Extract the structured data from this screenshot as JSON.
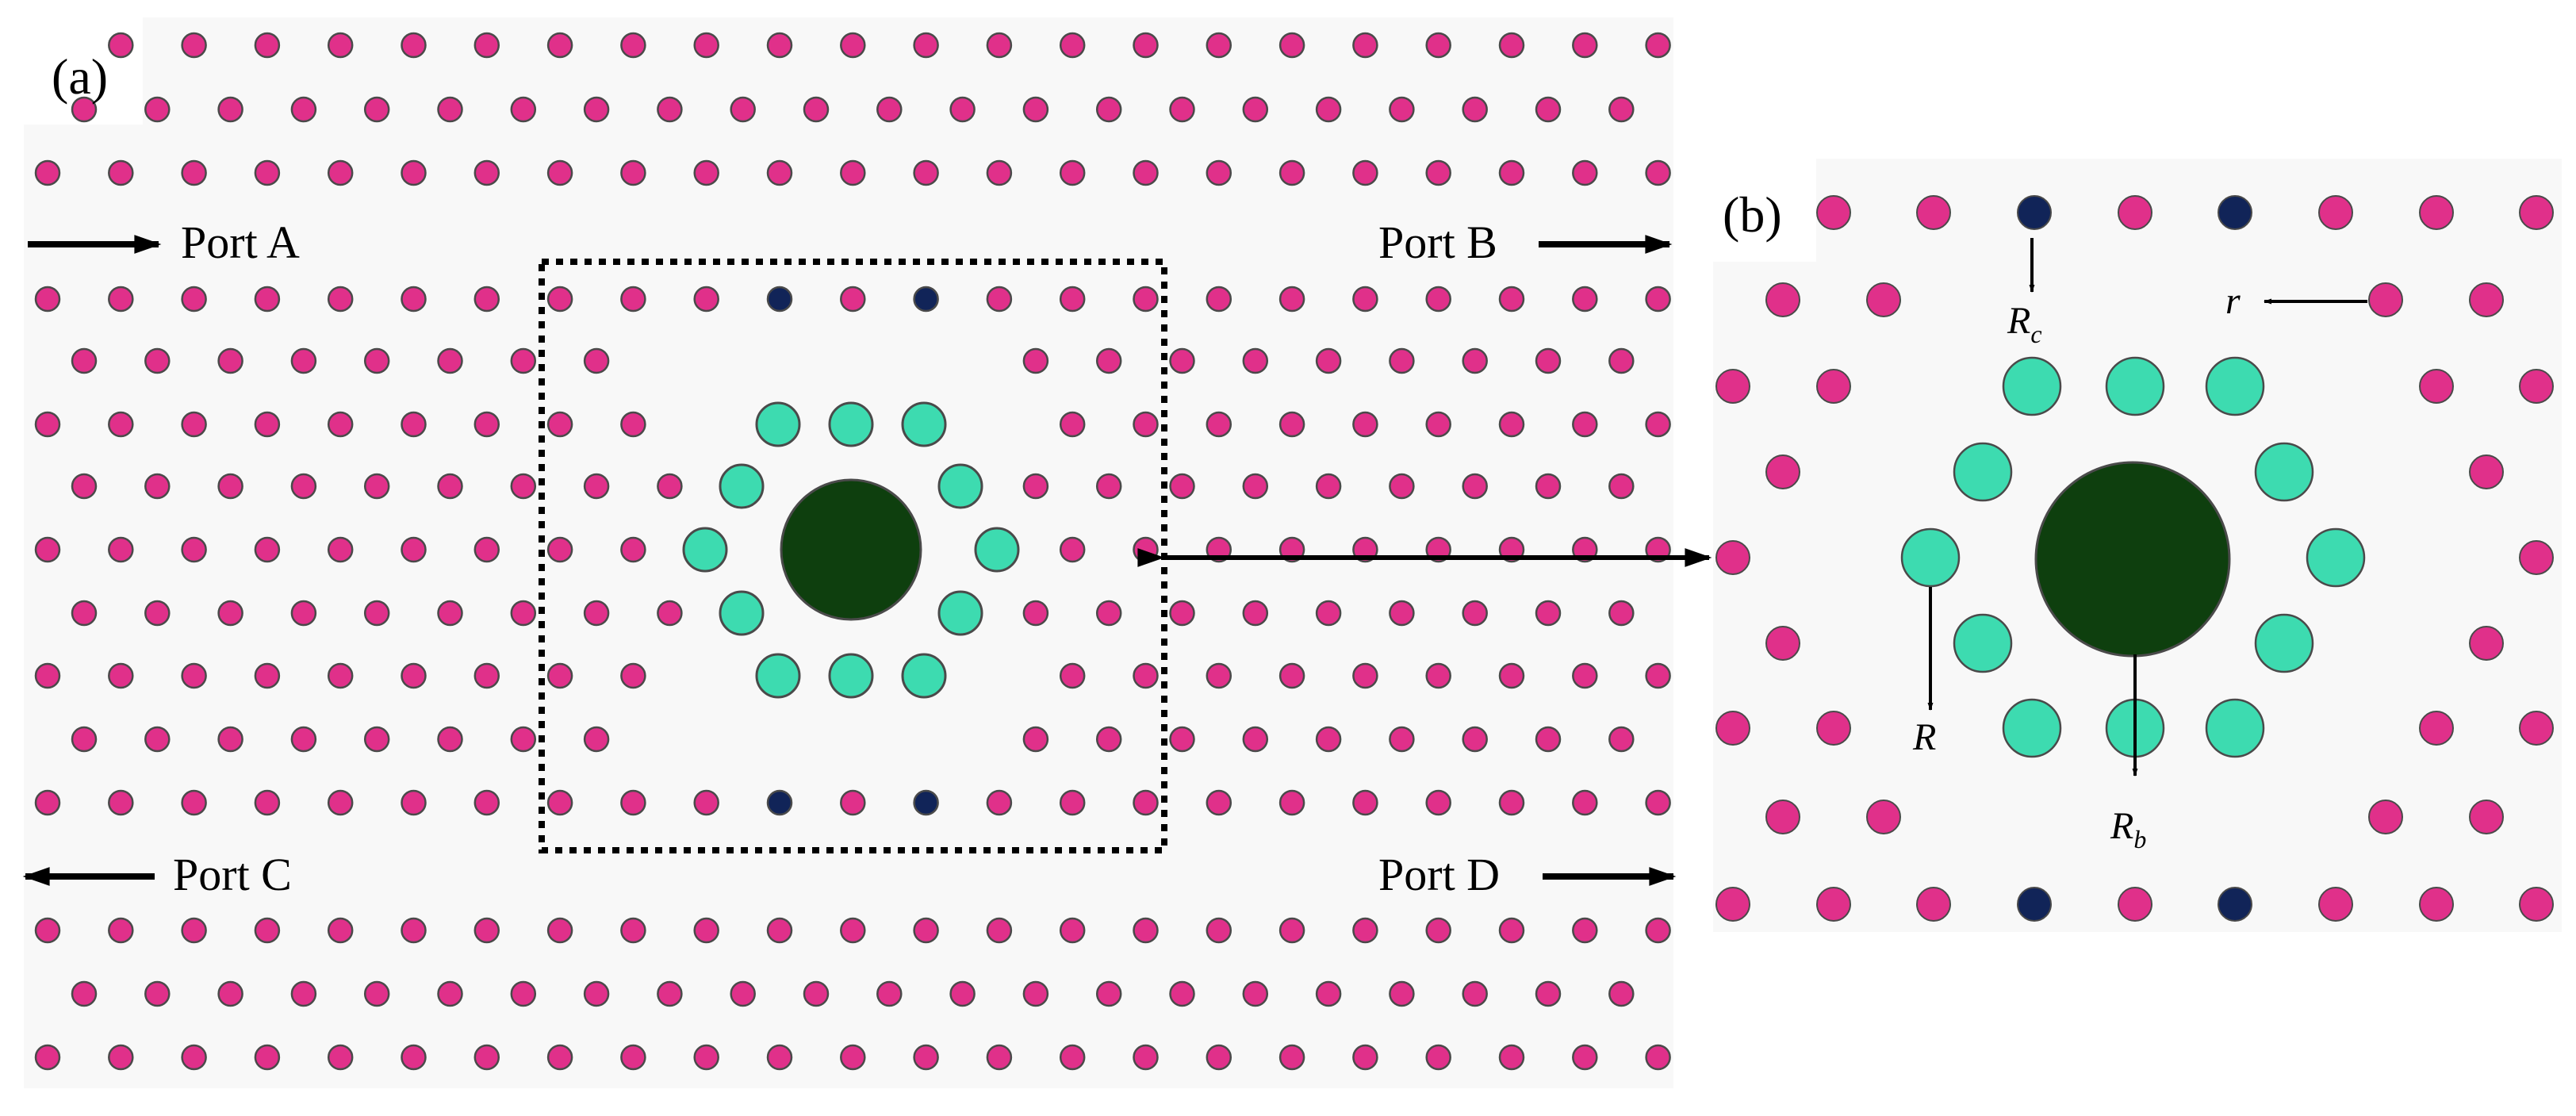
{
  "panels": {
    "a": {
      "label": "(a)"
    },
    "b": {
      "label": "(b)"
    }
  },
  "ports": {
    "a": "Port A",
    "b": "Port B",
    "c": "Port C",
    "d": "Port D"
  },
  "symbols": {
    "r": "r",
    "R": "R",
    "Rc": {
      "base": "R",
      "sub": "c"
    },
    "Rb": {
      "base": "R",
      "sub": "b"
    }
  },
  "colors": {
    "lattice_rod": "#e0308a",
    "coupling_rod": "#112458",
    "ring_rod": "#3ddbb0",
    "center_rod": "#0e3f0e",
    "rod_stroke": "#4a4a4a",
    "background": "#f8f8f8"
  }
}
